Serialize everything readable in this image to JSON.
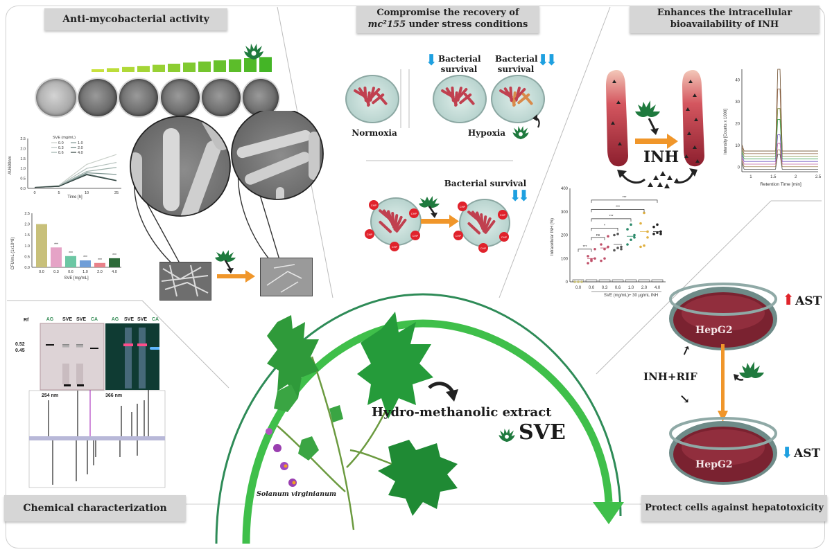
{
  "panels": {
    "anti_mycobacterial": {
      "title": "Anti-mycobacterial activity",
      "growth_chart": {
        "legend_title": "SVE (mg/mL)",
        "legend": [
          "0.0",
          "0.3",
          "0.6",
          "1.0",
          "2.0",
          "4.0"
        ],
        "ylabel": "AU600nm",
        "xlabel": "Time [h]",
        "x_ticks": [
          "0",
          "5",
          "10",
          "25"
        ],
        "y_ticks": [
          "0.0",
          "0.5",
          "1.0",
          "1.5",
          "2.0",
          "2.5"
        ]
      },
      "cfu_chart": {
        "ylabel": "CFU/mL (1x10^8)",
        "xlabel": "SVE [mg/mL]",
        "y_ticks": [
          "0.0",
          "0.5",
          "1.0",
          "1.5",
          "2.0",
          "2.5"
        ],
        "significance": [
          "***",
          "***",
          "***",
          "***",
          "***"
        ]
      }
    },
    "stress": {
      "title_line1": "Compromise the recovery of",
      "title_line2_italic": "mc²155",
      "title_line2_rest": " under stress conditions",
      "normoxia_label": "Normoxia",
      "hypoxia_label": "Hypoxia",
      "survival_label_1": "Bacterial survival",
      "survival_label_2": "Bacterial survival",
      "survival_label_3": "Bacterial survival",
      "cap_label": "CHP"
    },
    "bioavailability": {
      "title_line1": "Enhances the intracellular",
      "title_line2": "bioavailability of INH",
      "drug_label": "INH",
      "hplc_chart": {
        "ylabel": "Intensity [Counts x 1000]",
        "xlabel": "Retention Time [min]",
        "y_ticks": [
          "0",
          "10",
          "20",
          "30",
          "40"
        ],
        "x_ticks": [
          "1",
          "1.5",
          "2",
          "2.5"
        ]
      },
      "inh_chart": {
        "ylabel": "Intracellular INH (%)",
        "xlabel": "SVE (mg/mL)+ 30 µg/mL INH",
        "y_ticks": [
          "0",
          "100",
          "200",
          "300",
          "400"
        ],
        "brackets": [
          "***",
          "ns",
          "*",
          "***",
          "***",
          "***"
        ]
      }
    },
    "chemical": {
      "title": "Chemical characterization",
      "rf_label": "Rf",
      "lanes": [
        "AG",
        "SVE",
        "SVE",
        "CA"
      ],
      "rf_values": [
        "0.52",
        "0.45"
      ],
      "wavelength_1": "254 nm",
      "wavelength_2": "366 nm"
    },
    "hepatotoxicity": {
      "title": "Protect cells against hepatotoxicity",
      "cell_line_top": "HepG2",
      "cell_line_bottom": "HepG2",
      "treatment": "INH+RIF",
      "marker_up": "AST",
      "marker_down": "AST"
    }
  },
  "center": {
    "extract_line1": "Hydro-methanolic extract",
    "extract_abbrev": "SVE",
    "species": "Solanum virginianum"
  },
  "chart_data": [
    {
      "type": "line",
      "title": "",
      "xlabel": "Time [h]",
      "ylabel": "AU600nm",
      "x": [
        0,
        5,
        10,
        25
      ],
      "xlim": [
        0,
        25
      ],
      "ylim": [
        0,
        2.5
      ],
      "legend_placement": "top-left",
      "series": [
        {
          "name": "0.0",
          "values": [
            0.05,
            0.15,
            1.2,
            1.7
          ]
        },
        {
          "name": "0.3",
          "values": [
            0.05,
            0.13,
            1.0,
            1.3
          ]
        },
        {
          "name": "0.6",
          "values": [
            0.05,
            0.12,
            0.85,
            1.05
          ]
        },
        {
          "name": "1.0",
          "values": [
            0.05,
            0.1,
            0.78,
            0.7
          ]
        },
        {
          "name": "2.0",
          "values": [
            0.05,
            0.1,
            0.72,
            0.4
          ]
        },
        {
          "name": "4.0",
          "values": [
            0.05,
            0.1,
            0.68,
            0.38
          ]
        }
      ]
    },
    {
      "type": "bar",
      "title": "",
      "xlabel": "SVE [mg/mL]",
      "ylabel": "CFU/mL (1x10^8)",
      "categories": [
        "0.0",
        "0.3",
        "0.6",
        "1.0",
        "2.0",
        "4.0"
      ],
      "values": [
        2.0,
        0.92,
        0.52,
        0.32,
        0.2,
        0.42
      ],
      "colors": [
        "#c8c07a",
        "#e5a3c6",
        "#6cc7a4",
        "#6f9ed8",
        "#e9828a",
        "#2e6b3a"
      ],
      "ylim": [
        0,
        2.5
      ]
    },
    {
      "type": "scatter",
      "title": "",
      "xlabel": "SVE (mg/mL)+ 30 µg/mL INH",
      "ylabel": "Intracellular INH (%)",
      "categories": [
        "0.0",
        "0.0",
        "0.3",
        "0.6",
        "1.0",
        "2.0",
        "4.0"
      ],
      "means": [
        0,
        100,
        145,
        160,
        195,
        215,
        215
      ],
      "points": [
        [
          0,
          0,
          0
        ],
        [
          80,
          95,
          100,
          110,
          90,
          140
        ],
        [
          90,
          100,
          150,
          160,
          140,
          195
        ],
        [
          135,
          145,
          150,
          200,
          205,
          140
        ],
        [
          160,
          180,
          200,
          225,
          245,
          190
        ],
        [
          150,
          155,
          190,
          250,
          295,
          215
        ],
        [
          205,
          210,
          215,
          235,
          245,
          205
        ]
      ],
      "ylim": [
        0,
        400
      ]
    },
    {
      "type": "line",
      "title": "",
      "xlabel": "Retention Time [min]",
      "ylabel": "Intensity [Counts x 1000]",
      "xlim": [
        0.8,
        2.5
      ],
      "ylim": [
        -2,
        45
      ],
      "peak_x": 1.62,
      "peak_y": 45
    }
  ]
}
